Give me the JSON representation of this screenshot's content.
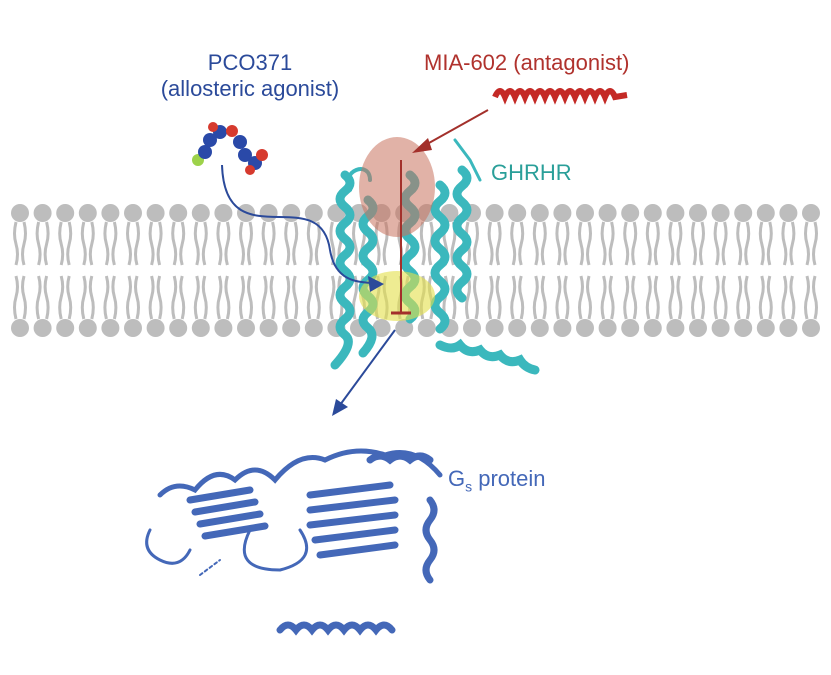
{
  "labels": {
    "agonist_name": "PCO371",
    "agonist_role": "(allosteric agonist)",
    "antagonist": "MIA-602 (antagonist)",
    "receptor": "GHRHR",
    "gprotein_main": "G",
    "gprotein_sub": "s",
    "gprotein_rest": " protein"
  },
  "colors": {
    "agonist": "#2b4a9a",
    "antagonist": "#b0322d",
    "receptor": "#3fbfbf",
    "gprotein": "#4468b8",
    "membrane": "#bdbdbd",
    "antagonist_site": "#d9897a",
    "agonist_site": "#e3e04a"
  }
}
